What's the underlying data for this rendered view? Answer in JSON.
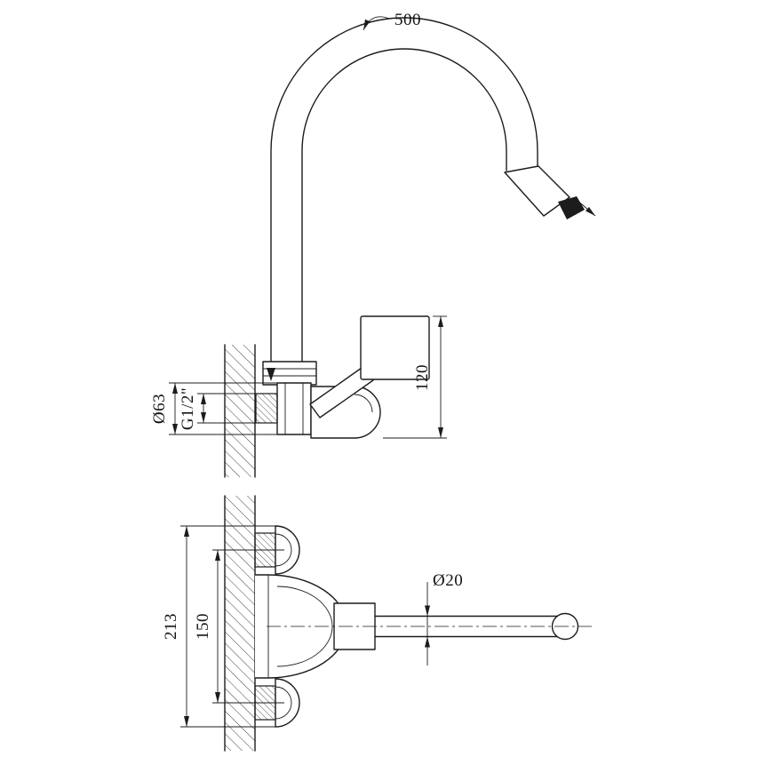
{
  "dimensions": {
    "spout_radius": "500",
    "faucet_height": "120",
    "escutcheon_diameter": "Ø63",
    "thread_size": "G1/2\"",
    "plate_overall_length": "213",
    "inlet_center_distance": "150",
    "spout_tube_diameter": "Ø20"
  },
  "colors": {
    "line": "#1c1c1c",
    "background": "#ffffff"
  }
}
